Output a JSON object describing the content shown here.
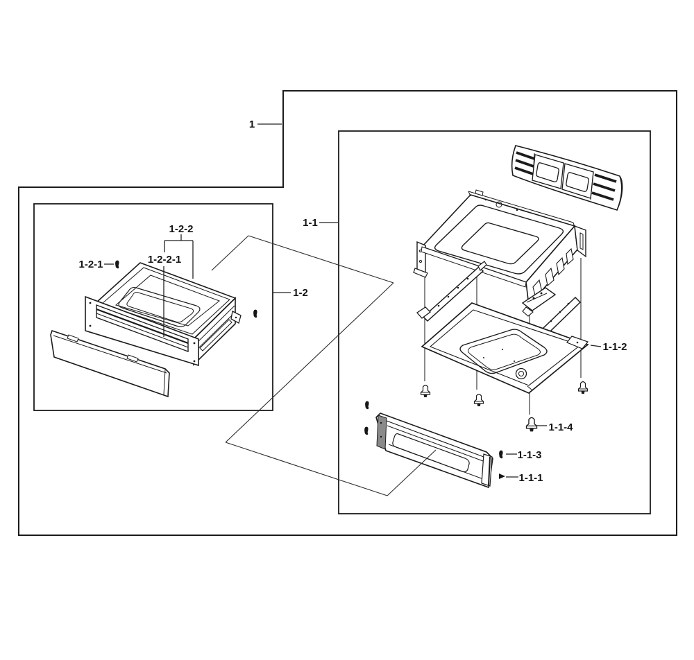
{
  "diagram": {
    "background": "#ffffff",
    "ink": "#1b1b1b",
    "callouts": {
      "part_1": "1",
      "part_1_1": "1-1",
      "part_1_2": "1-2",
      "part_1_2_1": "1-2-1",
      "part_1_2_2": "1-2-2",
      "part_1_2_2_1": "1-2-2-1",
      "part_1_1_1": "1-1-1",
      "part_1_1_2": "1-1-2",
      "part_1_1_3": "1-1-3",
      "part_1_1_4": "1-1-4"
    }
  }
}
